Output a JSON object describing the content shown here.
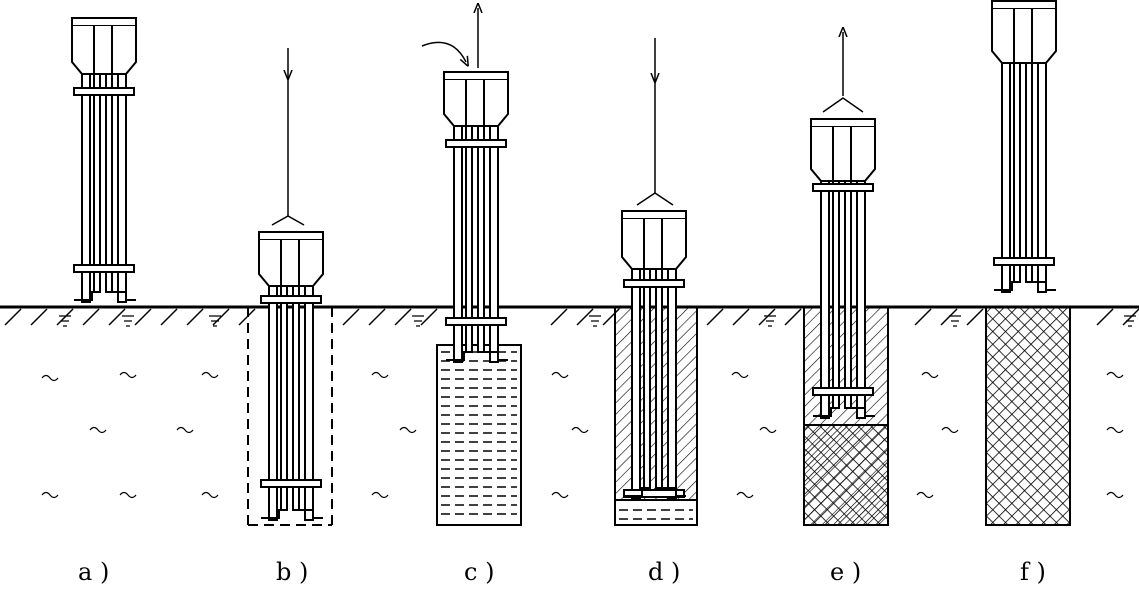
{
  "stage_labels": [
    "a )",
    "b )",
    "c )",
    "d )",
    "e )",
    "f )"
  ],
  "stages": [
    {
      "id": "a",
      "hole_fill": "none"
    },
    {
      "id": "b",
      "hole_fill": "none"
    },
    {
      "id": "c",
      "hole_fill": "water"
    },
    {
      "id": "d",
      "hole_fill": "hatched"
    },
    {
      "id": "e",
      "hole_fill": "cross-hatched"
    },
    {
      "id": "f",
      "hole_fill": "cross-hatched"
    }
  ],
  "colors": {
    "line": "#000000",
    "background": "#ffffff"
  }
}
